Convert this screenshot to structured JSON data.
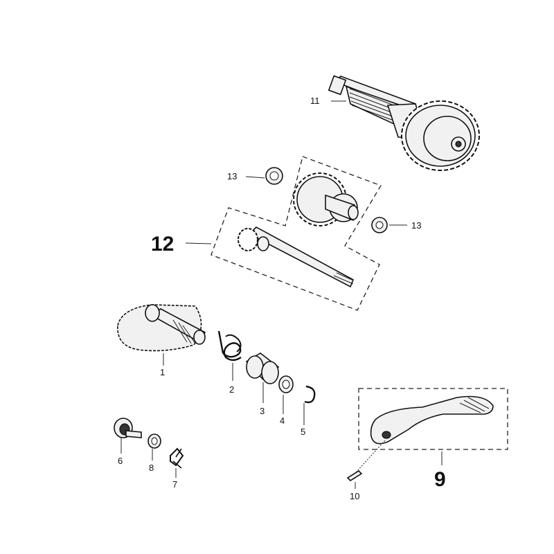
{
  "diagram": {
    "callouts": [
      {
        "id": "c1",
        "text": "1"
      },
      {
        "id": "c2",
        "text": "2"
      },
      {
        "id": "c3",
        "text": "3"
      },
      {
        "id": "c4",
        "text": "4"
      },
      {
        "id": "c5",
        "text": "5"
      },
      {
        "id": "c6",
        "text": "6"
      },
      {
        "id": "c7",
        "text": "7"
      },
      {
        "id": "c8",
        "text": "8"
      },
      {
        "id": "c9",
        "text": "9"
      },
      {
        "id": "c10",
        "text": "10"
      },
      {
        "id": "c11",
        "text": "11"
      },
      {
        "id": "c12",
        "text": "12"
      },
      {
        "id": "c13a",
        "text": "13"
      },
      {
        "id": "c13b",
        "text": "13"
      }
    ]
  }
}
